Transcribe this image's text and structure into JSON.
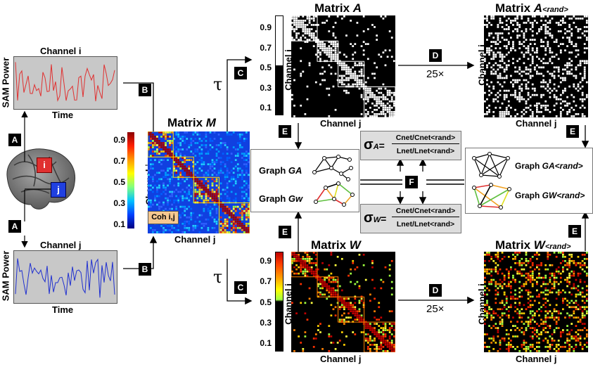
{
  "channel_i": {
    "title": "Channel i",
    "ylabel": "SAM Power",
    "xlabel": "Time",
    "color": "#e03030"
  },
  "channel_j": {
    "title": "Channel j",
    "ylabel": "SAM Power",
    "xlabel": "Time",
    "color": "#2030d0"
  },
  "brain": {
    "marker_i": "i",
    "marker_j": "j",
    "color_i": "#e03030",
    "color_j": "#2040e0"
  },
  "steps": {
    "A": "A",
    "B": "B",
    "C": "C",
    "D": "D",
    "E": "E",
    "F": "F"
  },
  "tau": "τ",
  "repeat": "25×",
  "matrix_M": {
    "title_prefix": "Matrix ",
    "title_var": "M",
    "xlabel": "Channel j",
    "ylabel": "Channel i",
    "cell_label": "Coh i,j",
    "ticks": [
      "0.9",
      "0.7",
      "0.5",
      "0.3",
      "0.1"
    ]
  },
  "matrix_A": {
    "title_prefix": "Matrix ",
    "title_var": "A",
    "xlabel": "Channel j",
    "ylabel": "Channel i",
    "ticks": [
      "0.9",
      "0.7",
      "0.5",
      "0.3",
      "0.1"
    ]
  },
  "matrix_A_rand": {
    "title_prefix": "Matrix ",
    "title_var": "A",
    "title_sub": "<rand>",
    "xlabel": "Channel j",
    "ylabel": "Channel i"
  },
  "matrix_W": {
    "title_prefix": "Matrix ",
    "title_var": "W",
    "xlabel": "Channel j",
    "ylabel": "Channel i",
    "ticks": [
      "0.9",
      "0.7",
      "0.5",
      "0.3",
      "0.1"
    ]
  },
  "matrix_W_rand": {
    "title_prefix": "Matrix ",
    "title_var": "W",
    "title_sub": "<rand>",
    "xlabel": "Channel j",
    "ylabel": "Channel i"
  },
  "graphs_left": {
    "ga_prefix": "Graph ",
    "ga_var": "GA",
    "gw_prefix": "Graph ",
    "gw_var": "Gw"
  },
  "graphs_right": {
    "ga_prefix": "Graph ",
    "ga_var": "GA<rand>",
    "gw_prefix": "Graph ",
    "gw_var": "GW<rand>"
  },
  "sigma_A": {
    "sym": "σ",
    "sub": "A",
    "eq": "=",
    "num": "Cnet/Cnet<rand>",
    "den": "Lnet/Lnet<rand>"
  },
  "sigma_W": {
    "sym": "σ",
    "sub": "W",
    "eq": "=",
    "num": "Cnet/Cnet<rand>",
    "den": "Lnet/Lnet<rand>"
  }
}
